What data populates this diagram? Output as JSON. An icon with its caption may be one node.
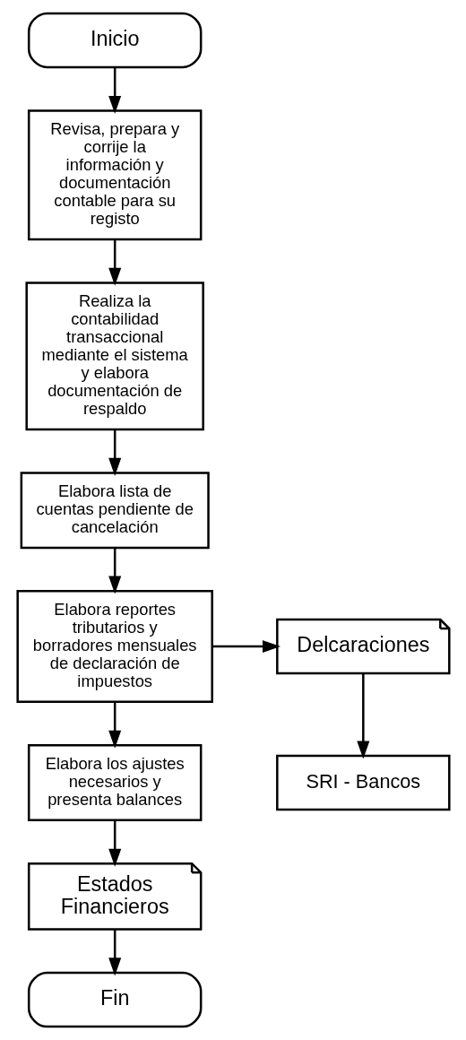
{
  "diagram": {
    "nodes": [
      {
        "text": [
          "Inicio"
        ]
      },
      {
        "text": [
          "Revisa, prepara y corrije la información y documentación contable para su registo"
        ]
      },
      {
        "text": [
          "Realiza la contabilidad transaccional mediante el sistema y elabora documentación de respaldo"
        ]
      },
      {
        "text": [
          "Elabora lista de cuentas pendiente de cancelación"
        ]
      },
      {
        "text": [
          "Elabora reportes tributarios y borradores mensuales de declaración de impuestos"
        ]
      },
      {
        "text": [
          "Delcaraciones"
        ]
      },
      {
        "text": [
          "SRI - Bancos"
        ]
      },
      {
        "text": [
          "Elabora los ajustes necesarios y presenta balances"
        ]
      },
      {
        "text": [
          "Estados Financieros"
        ]
      },
      {
        "text": [
          "Fin"
        ]
      }
    ],
    "edges": [
      {
        "from": 0,
        "to": 1,
        "arrow": "to"
      },
      {
        "from": 1,
        "to": 2,
        "arrow": "to"
      },
      {
        "from": 2,
        "to": 3,
        "arrow": "to"
      },
      {
        "from": 3,
        "to": 4,
        "arrow": "to"
      },
      {
        "from": 4,
        "to": 5,
        "arrow": "to"
      },
      {
        "from": 5,
        "to": 6,
        "arrow": "to"
      },
      {
        "from": 4,
        "to": 7,
        "arrow": "to"
      },
      {
        "from": 7,
        "to": 8,
        "arrow": "to"
      },
      {
        "from": 8,
        "to": 9,
        "arrow": "to"
      }
    ]
  }
}
